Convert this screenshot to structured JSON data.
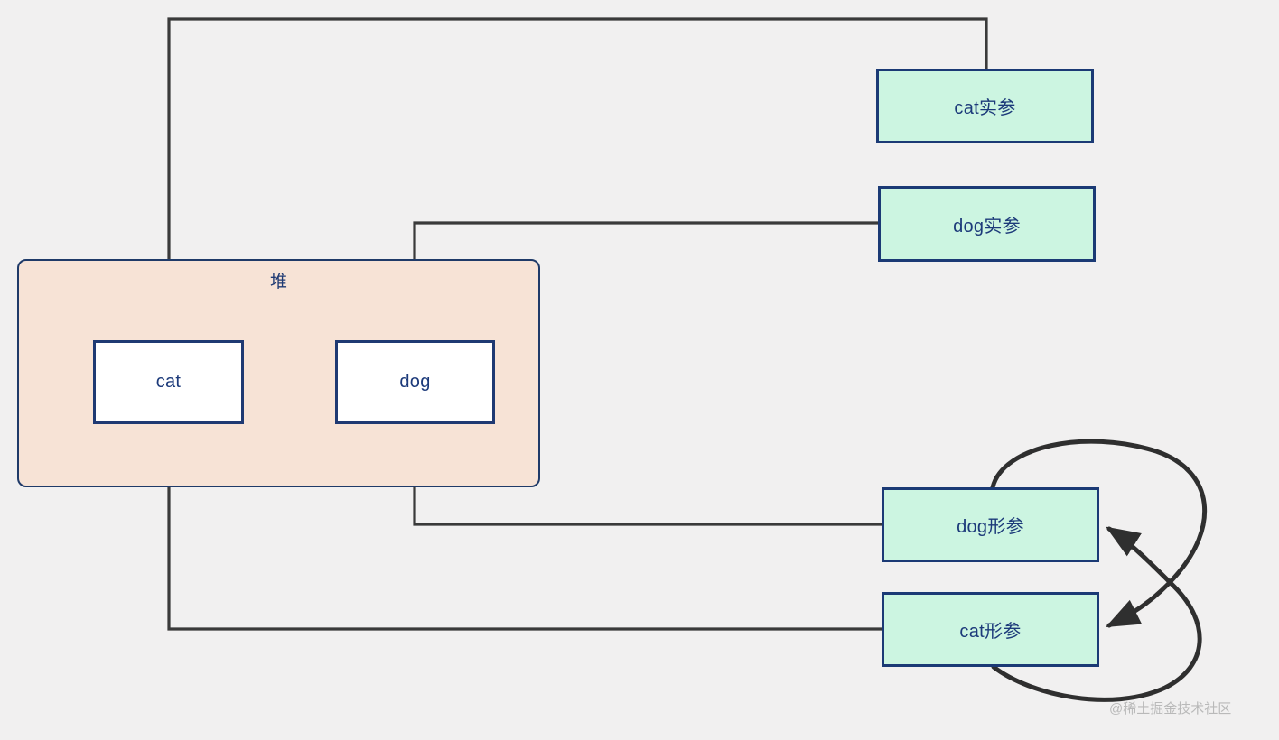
{
  "diagram": {
    "title": "Java reference parameter swap diagram",
    "background_color": "#f1f0f0",
    "heap": {
      "label": "堆",
      "fill_color": "#f7e3d6",
      "border_color": "#1f3a68",
      "objects": [
        {
          "id": "cat-object",
          "label": "cat"
        },
        {
          "id": "dog-object",
          "label": "dog"
        }
      ]
    },
    "params": {
      "border_color": "#1b3a75",
      "fill_color": "#ccf5e1",
      "text_color": "#1c3a7a",
      "items": [
        {
          "id": "cat-actual-param",
          "label": "cat实参"
        },
        {
          "id": "dog-actual-param",
          "label": "dog实参"
        },
        {
          "id": "dog-formal-param",
          "label": "dog形参"
        },
        {
          "id": "cat-formal-param",
          "label": "cat形参"
        }
      ]
    },
    "edges": [
      {
        "id": "cat-actual-to-cat-object",
        "from": "cat实参",
        "to": "cat",
        "style": "orthogonal",
        "arrow": "end"
      },
      {
        "id": "dog-actual-to-dog-object",
        "from": "dog实参",
        "to": "dog",
        "style": "orthogonal",
        "arrow": "end"
      },
      {
        "id": "dog-formal-to-dog-object",
        "from": "dog形参",
        "to": "dog",
        "style": "orthogonal",
        "arrow": "end"
      },
      {
        "id": "cat-formal-to-cat-object",
        "from": "cat形参",
        "to": "cat",
        "style": "orthogonal",
        "arrow": "end"
      },
      {
        "id": "dog-formal-to-cat-formal-swap",
        "from": "dog形参",
        "to": "cat形参",
        "style": "curved",
        "arrow": "end"
      },
      {
        "id": "cat-formal-to-dog-formal-swap",
        "from": "cat形参",
        "to": "dog形参",
        "style": "curved",
        "arrow": "end"
      }
    ],
    "edge_color": "#3a3a3a",
    "watermark": "@稀土掘金技术社区"
  }
}
